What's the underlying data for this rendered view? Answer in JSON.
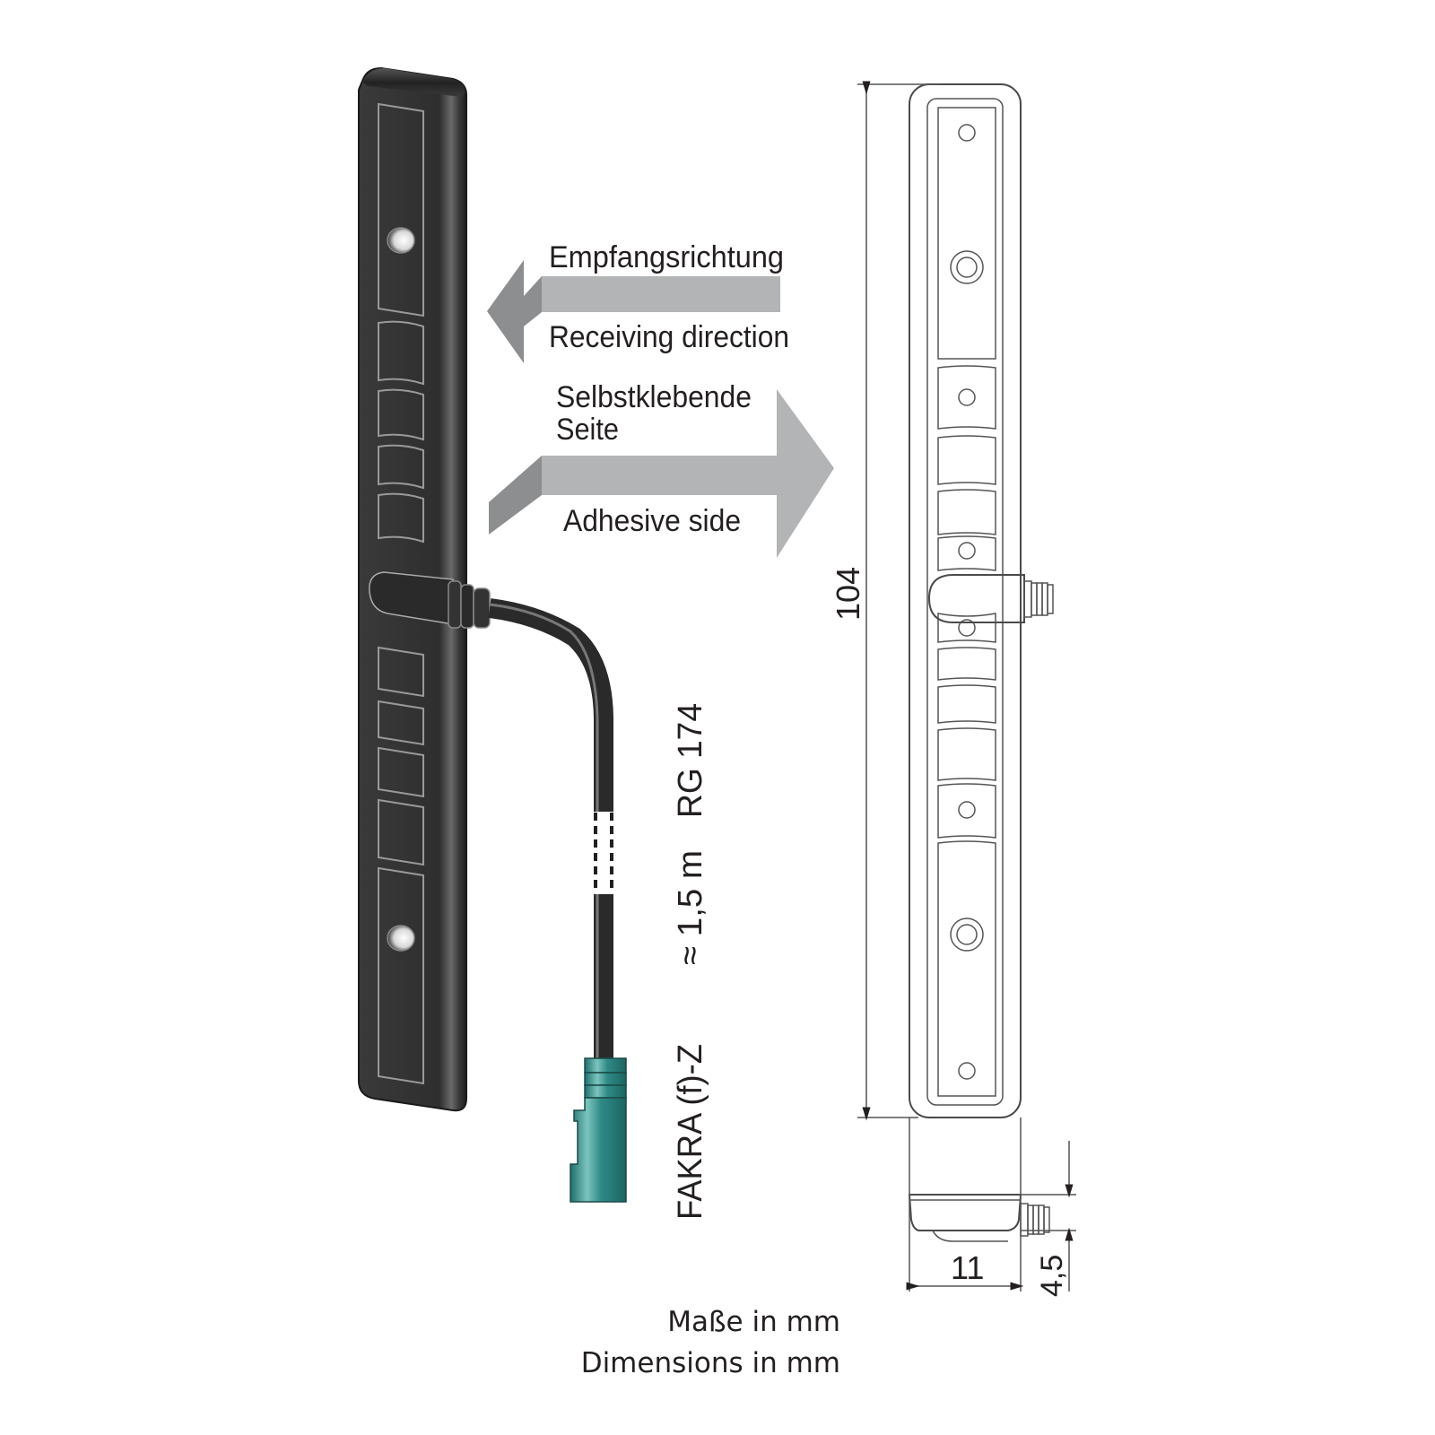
{
  "labels": {
    "receiving_de": "Empfangsrichtung",
    "receiving_en": "Receiving direction",
    "adhesive_de_line1": "Selbstklebende",
    "adhesive_de_line2": "Seite",
    "adhesive_en": "Adhesive side",
    "cable_type": "RG 174",
    "cable_length": "≈ 1,5 m",
    "connector": "FAKRA (f)-Z",
    "units_de": "Maße in mm",
    "units_en": "Dimensions in mm"
  },
  "dimensions": {
    "length": "104",
    "width": "11",
    "height": "4,5"
  },
  "colors": {
    "antenna_body": "#2e2e2e",
    "arrow_fill": "#b3b4b5",
    "arrow_shade": "#8d8e8f",
    "connector_teal": "#2e8a86",
    "line_drawing": "#4a4a4a"
  }
}
